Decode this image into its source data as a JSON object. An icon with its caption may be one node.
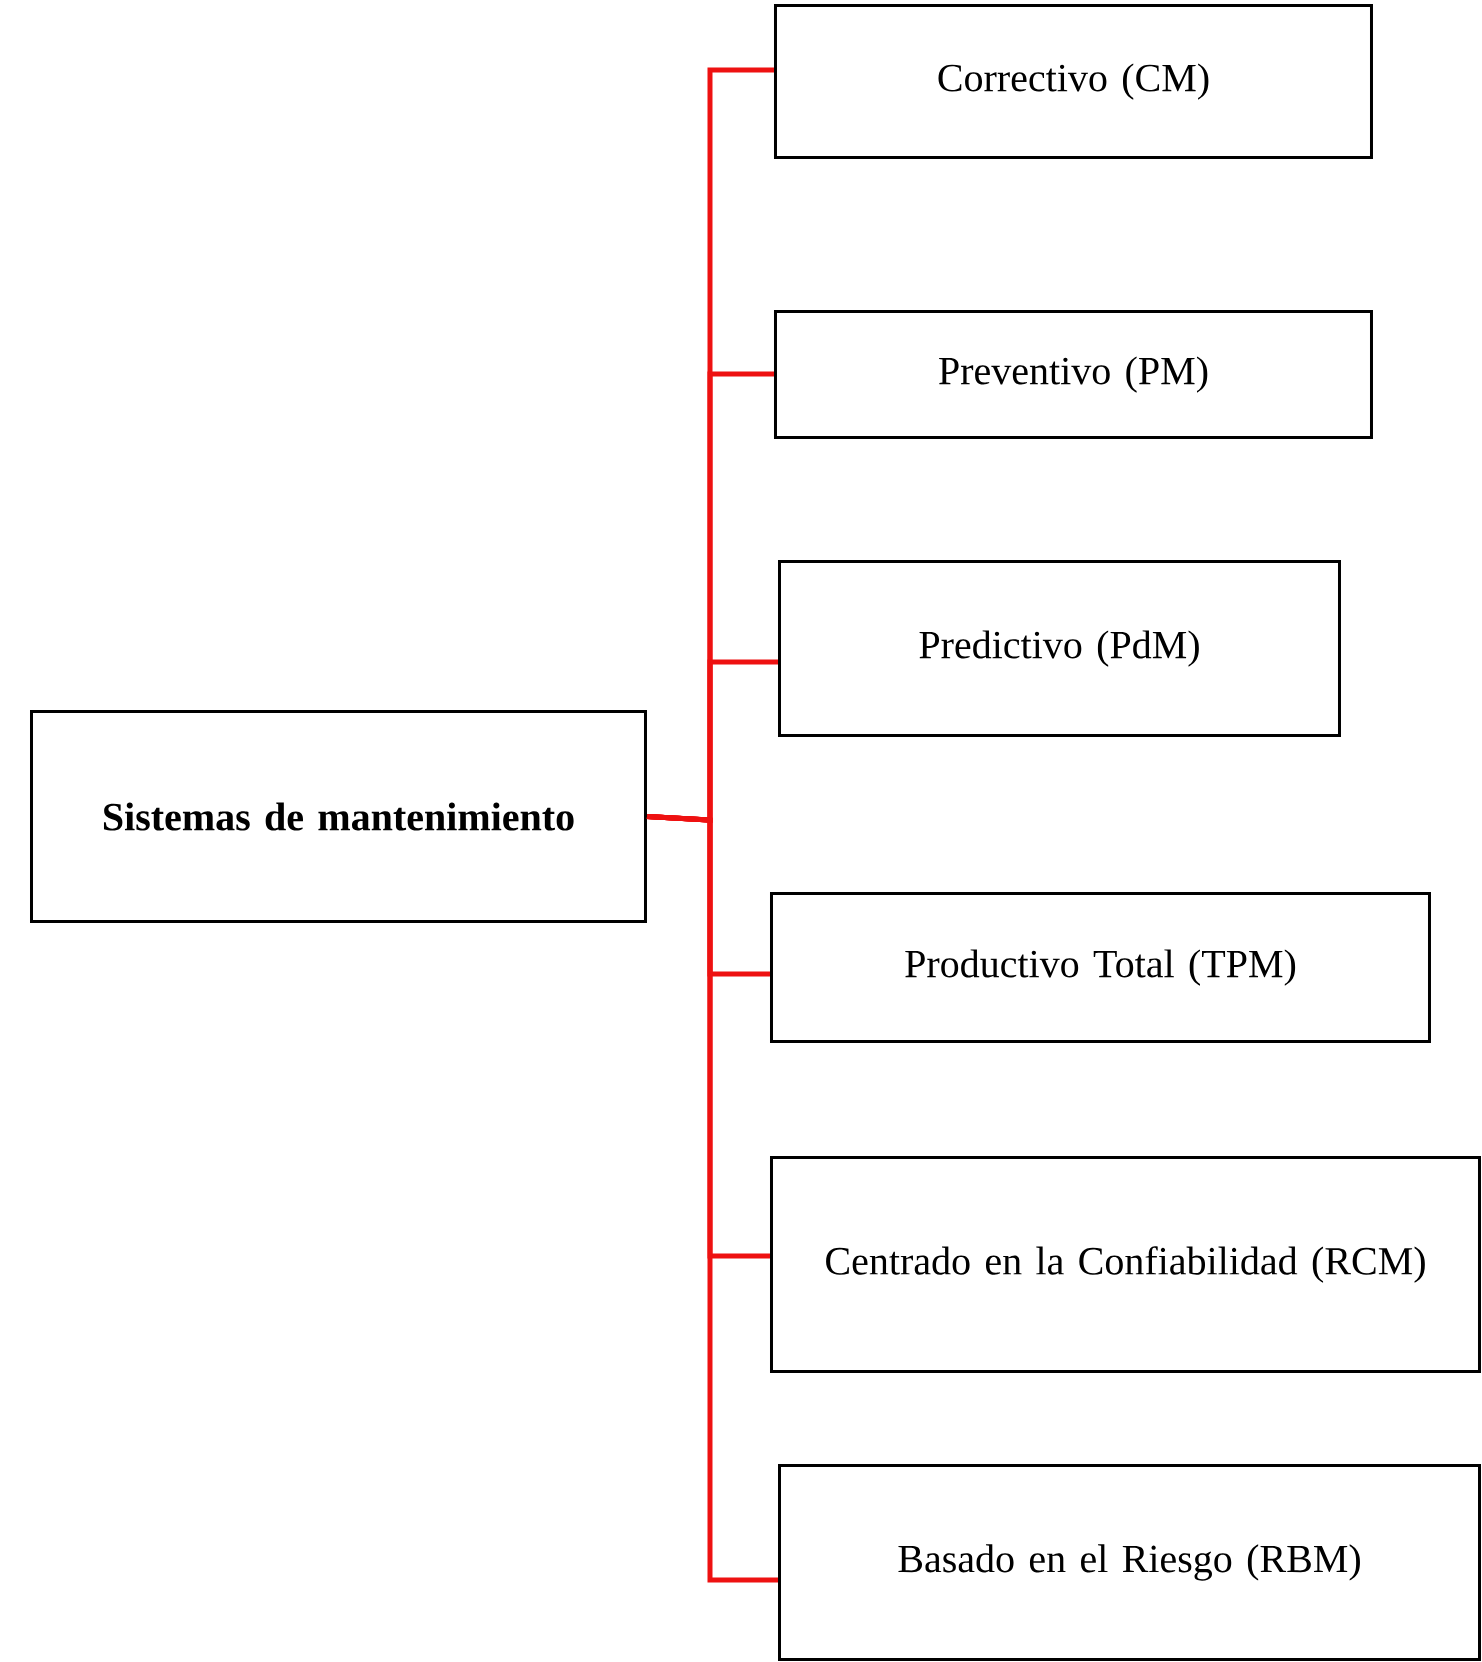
{
  "diagram": {
    "nodes": [
      {
        "text": [
          "Sistemas de mantenimiento"
        ]
      },
      {
        "text": [
          "Correctivo (CM)"
        ]
      },
      {
        "text": [
          "Preventivo (PM)"
        ]
      },
      {
        "text": [
          "Predictivo (PdM)"
        ]
      },
      {
        "text": [
          "Productivo Total (TPM)"
        ]
      },
      {
        "text": [
          "Centrado en la Confiabilidad (RCM)"
        ]
      },
      {
        "text": [
          "Basado en el Riesgo (RBM)"
        ]
      }
    ],
    "edges": [
      {
        "from": 0,
        "to": 1,
        "arrow": "none"
      },
      {
        "from": 0,
        "to": 2,
        "arrow": "none"
      },
      {
        "from": 0,
        "to": 3,
        "arrow": "none"
      },
      {
        "from": 0,
        "to": 4,
        "arrow": "none"
      },
      {
        "from": 0,
        "to": 5,
        "arrow": "none"
      },
      {
        "from": 0,
        "to": 6,
        "arrow": "none"
      }
    ]
  }
}
